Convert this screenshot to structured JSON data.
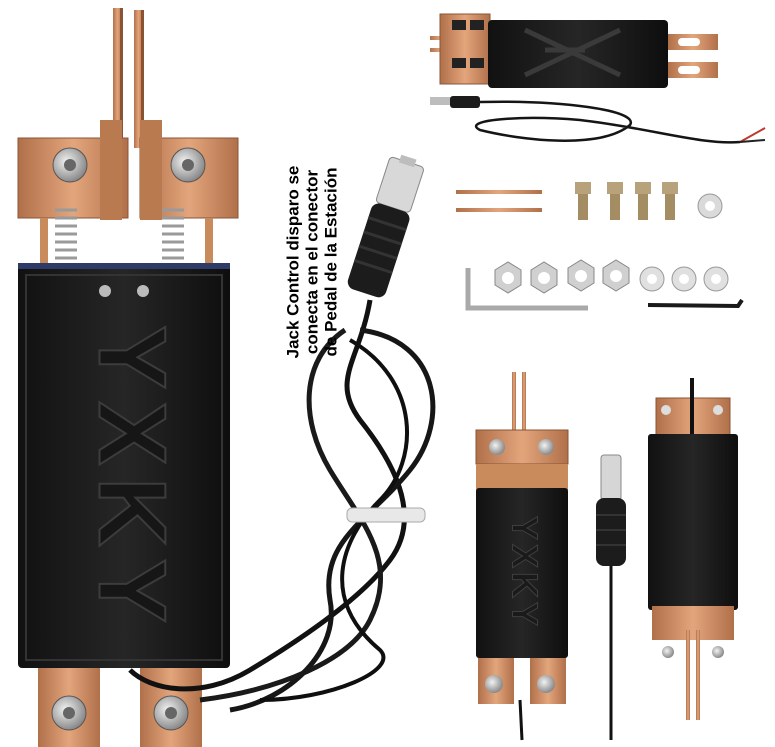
{
  "annotation": {
    "line1": "Jack Control disparo se",
    "line2": "conecta en el conector",
    "line3": "de Pedal de la Estación"
  },
  "logo": {
    "text": "YXKY"
  },
  "colors": {
    "copper": "#c98a5c",
    "body": "#1d1d1d",
    "background": "#ffffff"
  }
}
